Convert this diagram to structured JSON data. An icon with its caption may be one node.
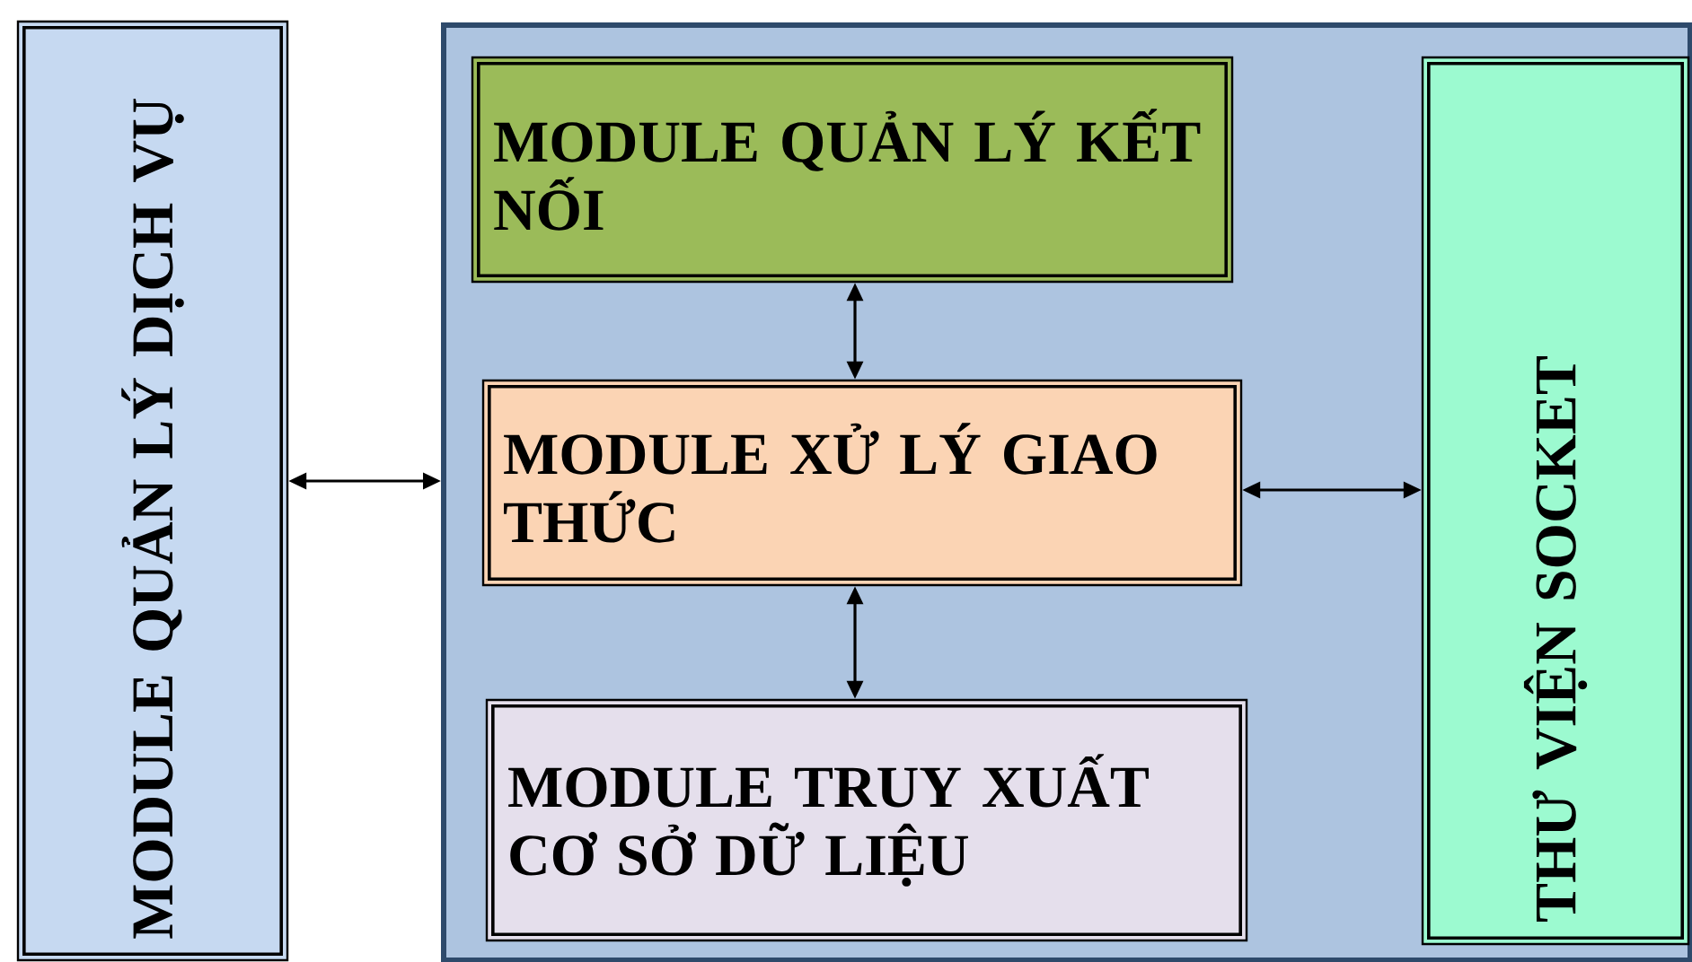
{
  "diagram": {
    "nodes": [
      {
        "text": [
          "MODULE QUẢN LÝ DỊCH VỤ"
        ]
      },
      {
        "text": [],
        "shape": "box"
      },
      {
        "text": [
          "MODULE QUẢN LÝ KẾT NỐI"
        ],
        "in": 1
      },
      {
        "text": [
          "MODULE XỬ LÝ GIAO THỨC"
        ],
        "in": 1
      },
      {
        "text": [
          "MODULE TRUY XUẤT CƠ SỞ DỮ LIỆU"
        ],
        "in": 1
      },
      {
        "text": [
          "THƯ VIỆN SOCKET"
        ],
        "in": 1
      }
    ],
    "edges": [
      {
        "from": 0,
        "to": 1,
        "arrow": "both"
      },
      {
        "from": 2,
        "to": 3,
        "arrow": "both"
      },
      {
        "from": 3,
        "to": 4,
        "arrow": "both"
      },
      {
        "from": 3,
        "to": 5,
        "arrow": "both"
      }
    ]
  }
}
